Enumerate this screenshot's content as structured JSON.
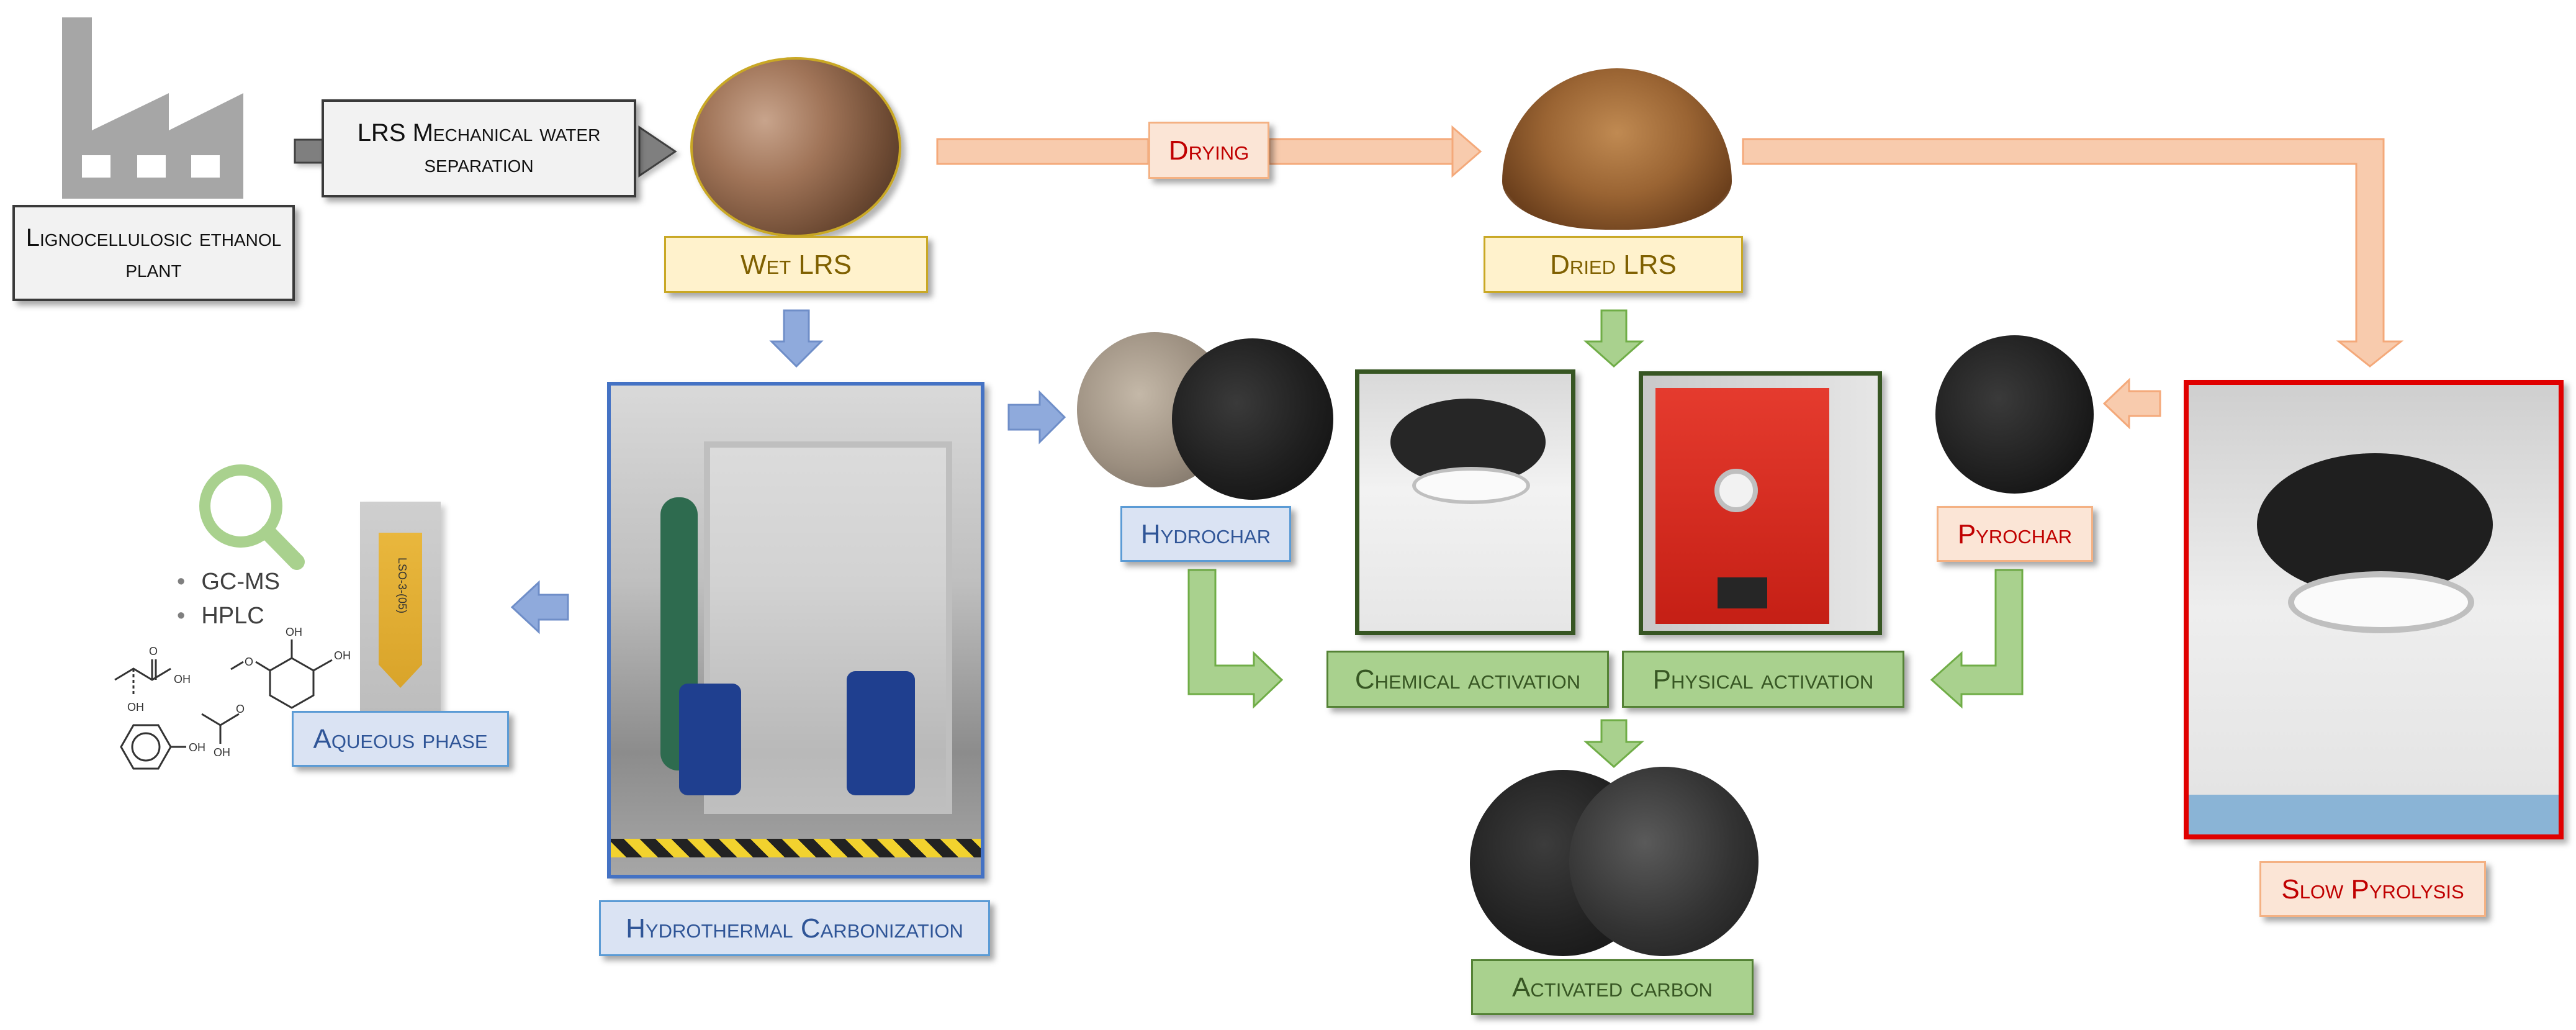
{
  "nodes": {
    "plant": "Lignocellulosic ethanol plant",
    "mechanical": "LRS Mechanical water separation",
    "wet_lrs": "Wet LRS",
    "drying": "Drying",
    "dried_lrs": "Dried LRS",
    "htc": "Hydrothermal Carbonization",
    "hydrochar": "Hydrochar",
    "aqueous": "Aqueous phase",
    "chemical": "Chemical activation",
    "physical": "Physical activation",
    "activated": "Activated carbon",
    "pyrochar": "Pyrochar",
    "pyrolysis": "Slow Pyrolysis"
  },
  "analysis": [
    "GC-MS",
    "HPLC"
  ],
  "tube_label": "LSO-3-(05)",
  "atoms": {
    "o": "O",
    "oh": "OH"
  },
  "colors": {
    "blue_arrow": "#8faadc",
    "salmon_arrow": "#f8cbad",
    "green_arrow": "#a9d18e",
    "magnifier": "#a9d18e",
    "pyrolysis_frame": "#e00000",
    "htc_frame": "#4472c4"
  },
  "icons": [
    "factory-icon",
    "magnifier-icon",
    "lactic-acid-structure",
    "guaiacol-structure",
    "phenol-structure",
    "acetic-acid-structure"
  ]
}
